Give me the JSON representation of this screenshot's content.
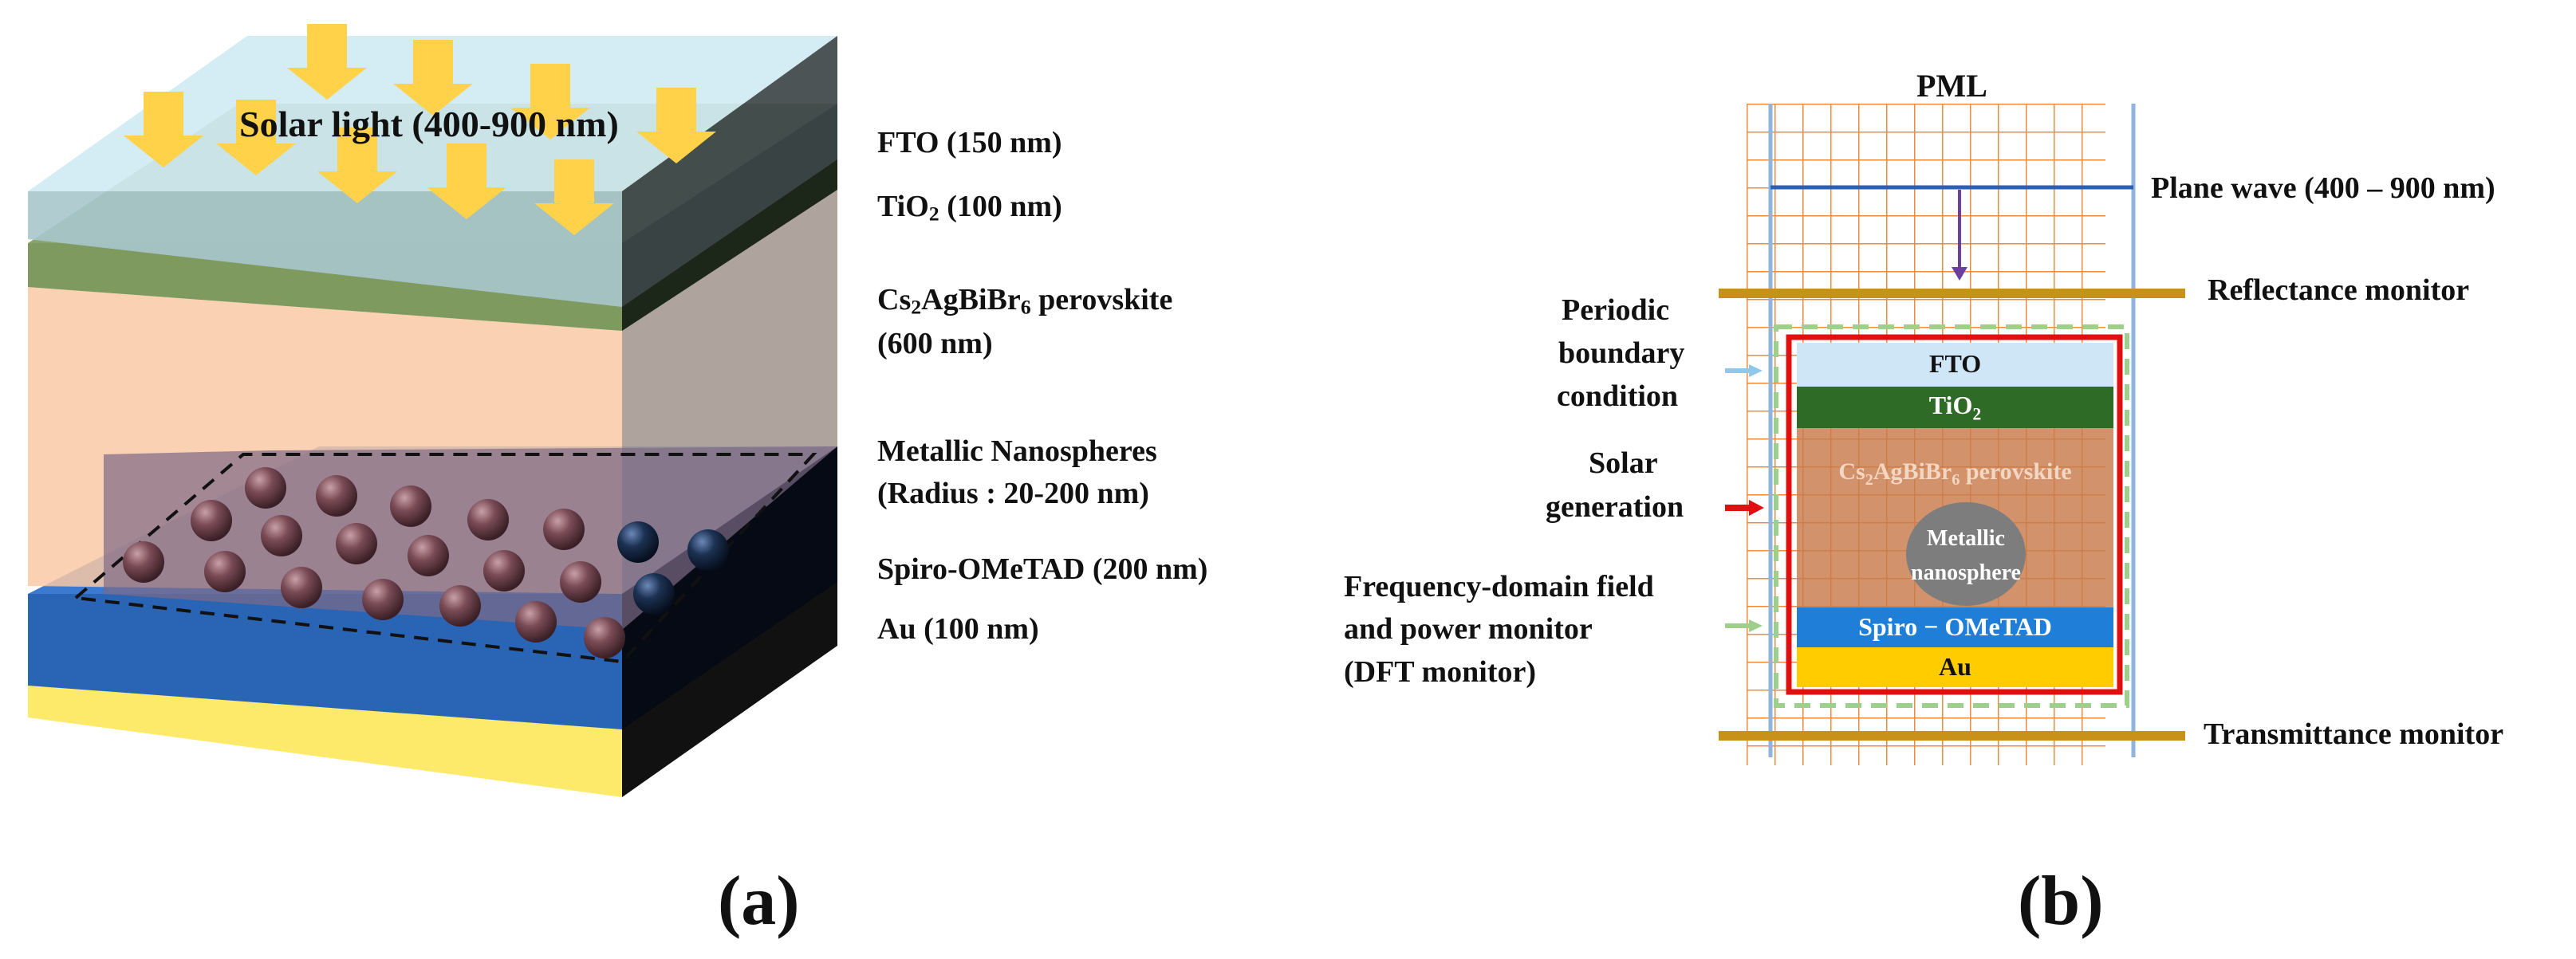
{
  "panel_a": {
    "letter": "(a)",
    "solar_label": "Solar light (400-900 nm)",
    "layers": {
      "fto": "FTO (150 nm)",
      "tio2_main": "TiO",
      "tio2_sub": "2",
      "tio2_rest": " (100 nm)",
      "perov_a": "Cs",
      "perov_a_sub": "2",
      "perov_b": "AgBiBr",
      "perov_b_sub": "6",
      "perov_c": " perovskite",
      "perov_thickness": "(600 nm)",
      "np_line1": "Metallic Nanospheres",
      "np_line2": "(Radius : 20-200 nm)",
      "spiro": "Spiro-OMeTAD (200 nm)",
      "au": "Au (100 nm)"
    },
    "colors": {
      "fto": "#cfeaf3",
      "tio2": "#7e9a5e",
      "perovskite": "#f9c9a6",
      "spiro": "#2f6fc0",
      "au": "#fff27a",
      "arrow": "#ffd24a",
      "nanosphere": "#7a4b56",
      "nanosphere_dark": "#1c3152"
    }
  },
  "panel_b": {
    "letter": "(b)",
    "pml": "PML",
    "plane_wave": "Plane wave (400 – 900 nm)",
    "reflectance": "Reflectance monitor",
    "transmittance": "Transmittance monitor",
    "periodic_1": "Periodic",
    "periodic_2": "boundary",
    "periodic_3": "condition",
    "solar_1": "Solar",
    "solar_2": "generation",
    "freq_1": "Frequency-domain field",
    "freq_2": "and power monitor",
    "freq_3": "(DFT monitor)",
    "layer_fto": "FTO",
    "layer_tio2": "TiO",
    "layer_tio2_sub": "2",
    "layer_perov_a": "Cs",
    "layer_perov_a_sub": "2",
    "layer_perov_b": "AgBiBr",
    "layer_perov_b_sub": "6",
    "layer_perov_c": " perovskite",
    "np_1": "Metallic",
    "np_2": "nanosphere",
    "layer_spiro": "Spiro − OMeTAD",
    "layer_au": "Au",
    "colors": {
      "grid": "#f08a3c",
      "boundary": "#8fb4dd",
      "monitor": "#c8921a",
      "source_line": "#2d5fb0",
      "source_arrow": "#6b3fa0",
      "red_box": "#e01010",
      "dft_box": "#9dd08a",
      "fto": "#cfe6f7",
      "tio2": "#2e6b26",
      "perovskite": "#c87a4a",
      "np": "#7d7d7d",
      "spiro": "#1f7fd8",
      "au": "#ffcc00",
      "periodic_arrow": "#8ec8ea",
      "solar_arrow": "#e01010",
      "dft_arrow": "#9dd08a"
    }
  }
}
